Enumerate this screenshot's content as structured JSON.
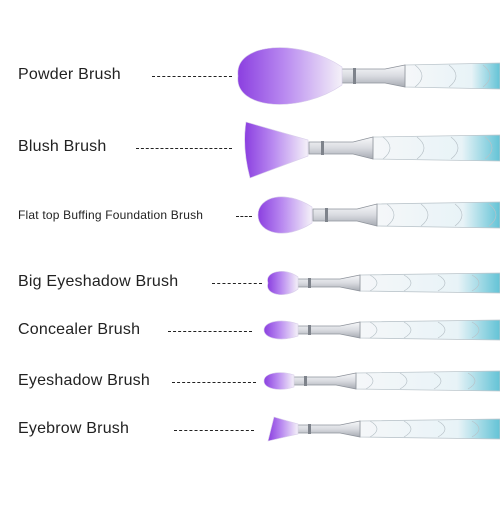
{
  "brushes": [
    {
      "label": "Powder Brush"
    },
    {
      "label": "Blush Brush"
    },
    {
      "label": "Flat top Buffing Foundation Brush"
    },
    {
      "label": "Big Eyeshadow Brush"
    },
    {
      "label": "Concealer Brush"
    },
    {
      "label": "Eyeshadow Brush"
    },
    {
      "label": "Eyebrow Brush"
    }
  ],
  "colors": {
    "bristle_tip": "#8b3fe0",
    "bristle_base": "#f4f1f8",
    "ferrule": "#d9dbe0",
    "handle": "#e8f3f7",
    "handle_tint": "#63c3d6"
  }
}
